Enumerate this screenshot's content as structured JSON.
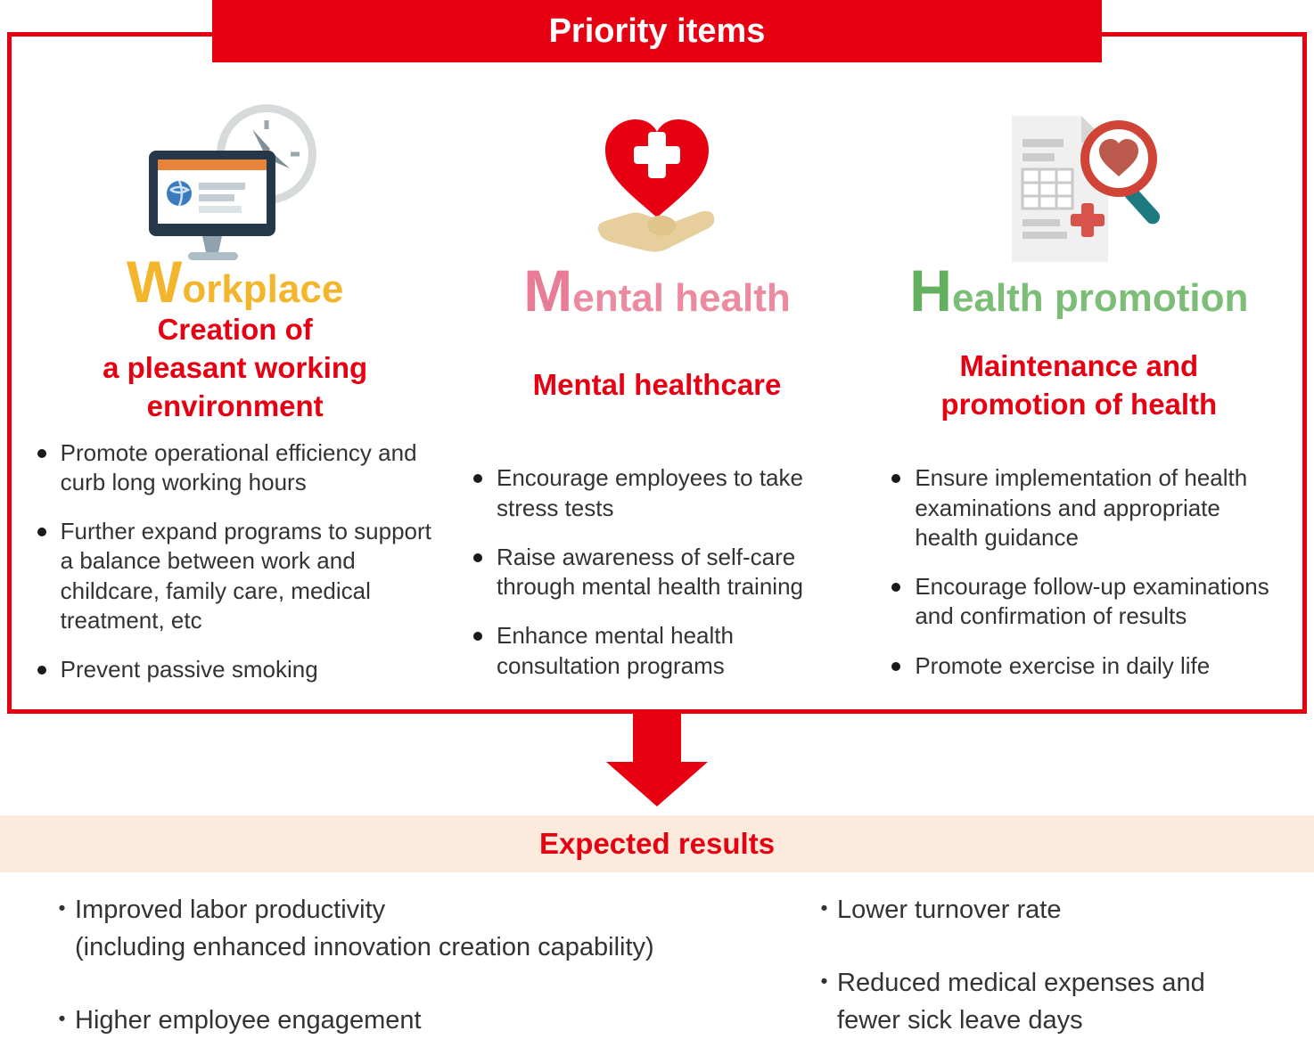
{
  "banner": {
    "title": "Priority items"
  },
  "colors": {
    "accent_red": "#e60012",
    "workplace_yellow": "#f2b52c",
    "mental_pink": "#ec8ba0",
    "health_green": "#7cbd78",
    "expected_band_bg": "#fcebdc"
  },
  "columns": [
    {
      "name": "Workplace",
      "initial": "W",
      "rest": "orkplace",
      "heading": "Creation of\na pleasant working\nenvironment",
      "bullets": [
        "Promote operational efficiency and curb long working hours",
        "Further expand programs to support a balance between work and childcare, family care, medical treatment, etc",
        "Prevent passive smoking"
      ],
      "icon": "monitor-and-clock"
    },
    {
      "name": "Mental health",
      "initial": "M",
      "rest": "ental health",
      "heading": "Mental healthcare",
      "bullets": [
        "Encourage employees to take stress tests",
        "Raise awareness of self-care through mental health training",
        "Enhance mental health consultation programs"
      ],
      "icon": "heart-in-hand"
    },
    {
      "name": "Health promotion",
      "initial": "H",
      "rest": "ealth promotion",
      "heading": "Maintenance and\npromotion of health",
      "bullets": [
        "Ensure implementation of health examinations and appropriate health guidance",
        "Encourage follow-up examinations and confirmation of results",
        "Promote exercise in daily life"
      ],
      "icon": "health-report-magnifier"
    }
  ],
  "expected_results": {
    "title": "Expected results",
    "bullet_char": "・",
    "left_items": [
      "Improved labor productivity\n(including enhanced innovation creation capability)",
      "Higher employee engagement"
    ],
    "right_items": [
      "Lower turnover rate",
      "Reduced medical expenses and\nfewer sick leave days"
    ]
  }
}
